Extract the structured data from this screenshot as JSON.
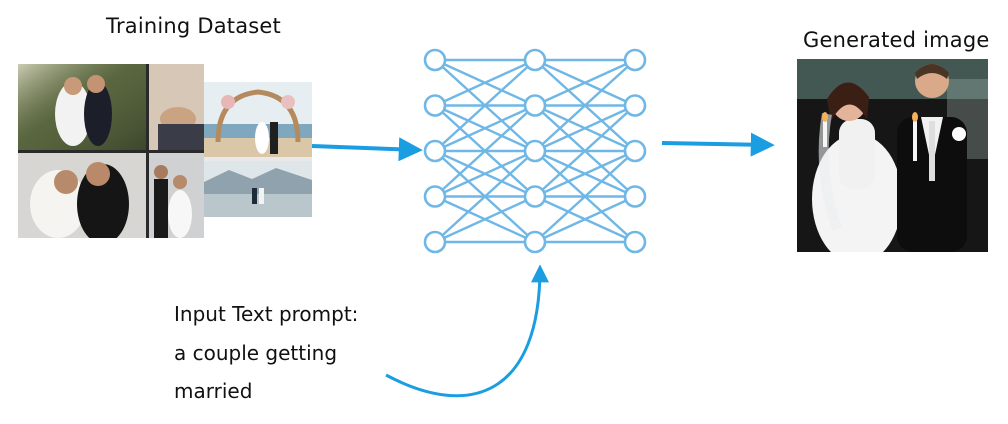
{
  "diagram": {
    "training_title": "Training Dataset",
    "generated_title": "Generated image",
    "prompt": {
      "line1": "Input Text prompt:",
      "line2": "a couple getting",
      "line3": "married"
    }
  },
  "colors": {
    "accent_blue": "#1b9de2",
    "network_blue": "#6fb7e6"
  },
  "network": {
    "layers": [
      5,
      5,
      5
    ]
  }
}
